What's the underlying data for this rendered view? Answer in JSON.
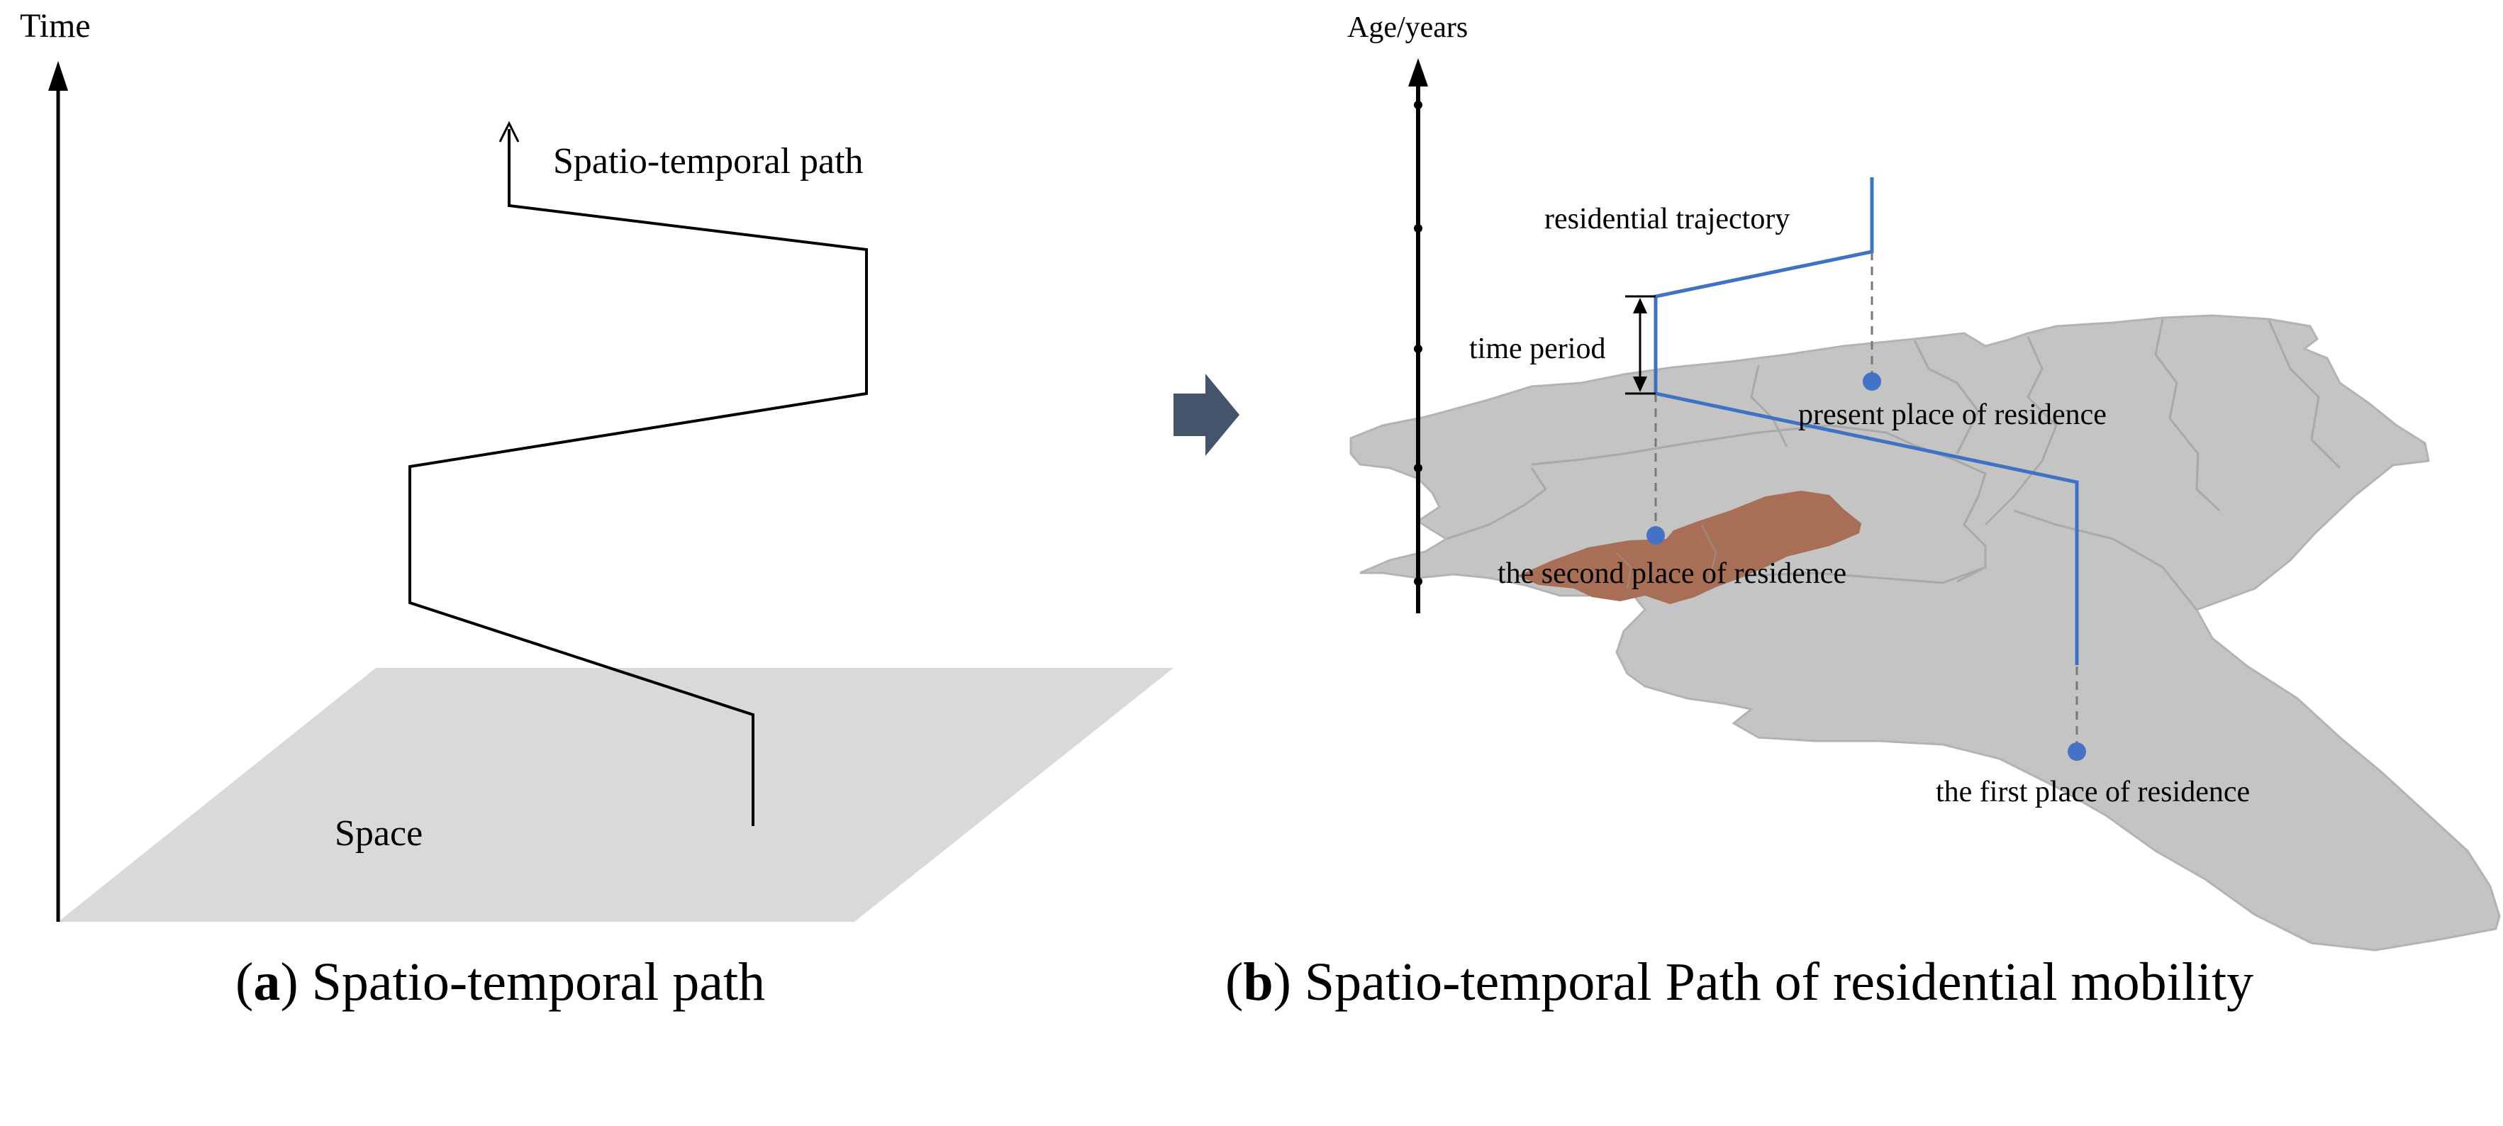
{
  "panel_a": {
    "axis_label": "Time",
    "path_label": "Spatio-temporal path",
    "plane_label": "Space",
    "caption_letter": "a",
    "caption_text": "Spatio-temporal path"
  },
  "panel_b": {
    "axis_label": "Age/years",
    "trajectory_label": "residential trajectory",
    "time_period_label": "time period",
    "present_label": "present place of residence",
    "second_label": "the second place of residence",
    "first_label": "the first place of residence",
    "caption_letter": "b",
    "caption_text": "Spatio-temporal Path of residential mobility"
  },
  "colors": {
    "trajectory": "#3F72C4",
    "point": "#4472C4",
    "map": "#C4C4C4",
    "map_border": "#A9A9A9",
    "highlight_region": "#A86E56",
    "plane": "#D9D9D9",
    "arrow": "#44546A"
  }
}
